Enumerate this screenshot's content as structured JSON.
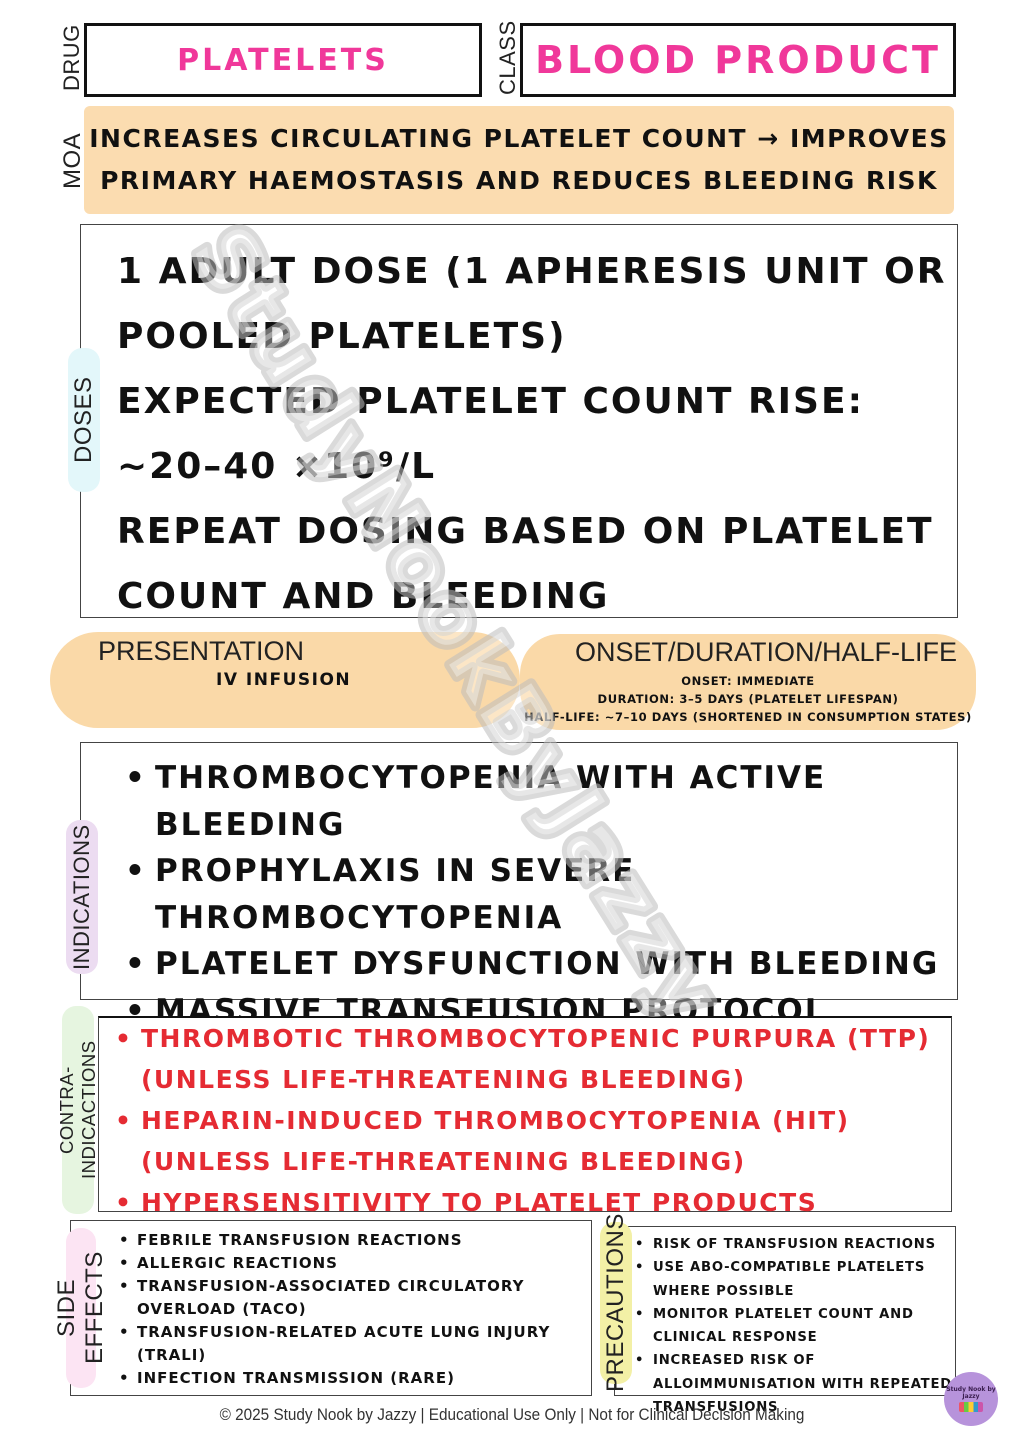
{
  "header": {
    "drug_label": "DRUG",
    "drug_name": "PLATELETS",
    "class_label": "CLASS",
    "class_name": "BLOOD PRODUCT"
  },
  "moa": {
    "label": "MOA",
    "lines": [
      "INCREASES CIRCULATING PLATELET COUNT → IMPROVES",
      "PRIMARY HAEMOSTASIS AND REDUCES BLEEDING RISK"
    ]
  },
  "doses": {
    "label": "DOSES",
    "lines": [
      "1 ADULT DOSE (1 APHERESIS UNIT OR",
      "POOLED PLATELETS)",
      "EXPECTED PLATELET COUNT RISE:",
      "~20–40 ×10⁹/L",
      "REPEAT DOSING BASED ON PLATELET",
      "COUNT AND BLEEDING"
    ]
  },
  "presentation": {
    "title": "PRESENTATION",
    "value": "IV INFUSION"
  },
  "onset": {
    "title": "ONSET/DURATION/HALF-LIFE",
    "lines": [
      "ONSET: IMMEDIATE",
      "DURATION: 3–5 DAYS (PLATELET LIFESPAN)",
      "HALF-LIFE: ~7–10 DAYS (SHORTENED IN CONSUMPTION STATES)"
    ]
  },
  "indications": {
    "label": "INDICATIONS",
    "items": [
      "THROMBOCYTOPENIA WITH ACTIVE BLEEDING",
      "PROPHYLAXIS IN SEVERE THROMBOCYTOPENIA",
      "PLATELET DYSFUNCTION WITH BLEEDING",
      "MASSIVE TRANSFUSION PROTOCOL"
    ]
  },
  "contraindications": {
    "label": "CONTRA-INDICACTIONS",
    "items": [
      "THROMBOTIC THROMBOCYTOPENIC PURPURA (TTP) (UNLESS LIFE-THREATENING BLEEDING)",
      "HEPARIN-INDUCED THROMBOCYTOPENIA (HIT) (UNLESS LIFE-THREATENING BLEEDING)",
      "HYPERSENSITIVITY TO PLATELET PRODUCTS (RELATIVE)"
    ],
    "color": "#e52b33"
  },
  "side_effects": {
    "label": "SIDE EFFECTS",
    "items": [
      "FEBRILE TRANSFUSION REACTIONS",
      "ALLERGIC REACTIONS",
      "TRANSFUSION-ASSOCIATED CIRCULATORY OVERLOAD (TACO)",
      "TRANSFUSION-RELATED ACUTE LUNG INJURY (TRALI)",
      "INFECTION TRANSMISSION (RARE)"
    ]
  },
  "precautions": {
    "label": "PRECAUTIONS",
    "items": [
      "RISK OF TRANSFUSION REACTIONS",
      "USE ABO-COMPATIBLE PLATELETS WHERE POSSIBLE",
      "MONITOR PLATELET COUNT AND CLINICAL RESPONSE",
      "INCREASED RISK OF ALLOIMMUNISATION WITH REPEATED TRANSFUSIONS"
    ]
  },
  "footer": {
    "text": "© 2025 Study Nook by Jazzy | Educational Use Only | Not for Clinical Decision Making",
    "logo_text": "Study Nook by Jazzy"
  },
  "watermark": {
    "text": "StudyNookByJazzy"
  },
  "colors": {
    "accent_pink": "#f0389a",
    "moa_bg": "#fbdcb0",
    "pill_bg": "#fad9a8",
    "doses_tag": "#e3f7fa",
    "indications_tag": "#ecdcf1",
    "contra_tag": "#e6f5e0",
    "side_effects_tag": "#fce4f3",
    "precautions_tag": "#f3f0a6",
    "contra_text": "#e52b33"
  }
}
